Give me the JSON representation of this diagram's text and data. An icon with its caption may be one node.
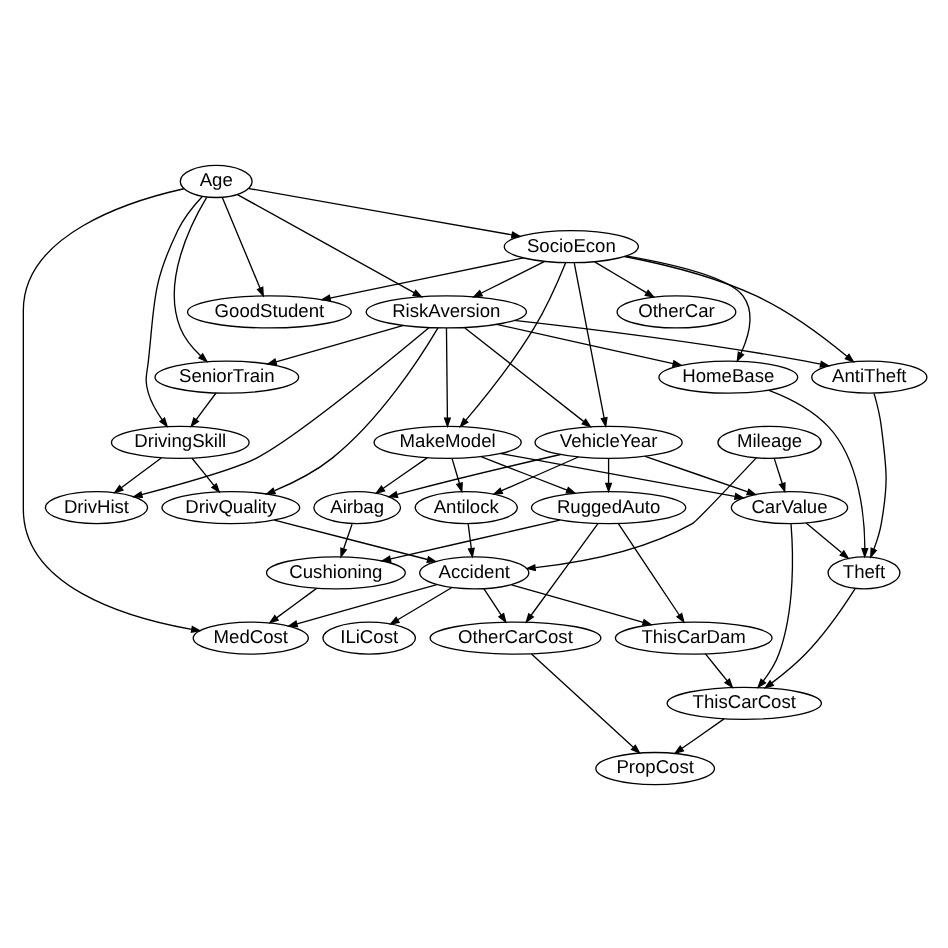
{
  "diagram": {
    "nodes": [
      {
        "text": [
          "Age"
        ]
      },
      {
        "text": [
          "SocioEcon"
        ]
      },
      {
        "text": [
          "GoodStudent"
        ]
      },
      {
        "text": [
          "RiskAversion"
        ]
      },
      {
        "text": [
          "OtherCar"
        ]
      },
      {
        "text": [
          "SeniorTrain"
        ]
      },
      {
        "text": [
          "HomeBase"
        ]
      },
      {
        "text": [
          "AntiTheft"
        ]
      },
      {
        "text": [
          "DrivingSkill"
        ]
      },
      {
        "text": [
          "MakeModel"
        ]
      },
      {
        "text": [
          "VehicleYear"
        ]
      },
      {
        "text": [
          "Mileage"
        ]
      },
      {
        "text": [
          "DrivHist"
        ]
      },
      {
        "text": [
          "DrivQuality"
        ]
      },
      {
        "text": [
          "Airbag"
        ]
      },
      {
        "text": [
          "Antilock"
        ]
      },
      {
        "text": [
          "RuggedAuto"
        ]
      },
      {
        "text": [
          "CarValue"
        ]
      },
      {
        "text": [
          "Cushioning"
        ]
      },
      {
        "text": [
          "Accident"
        ]
      },
      {
        "text": [
          "Theft"
        ]
      },
      {
        "text": [
          "MedCost"
        ]
      },
      {
        "text": [
          "ILiCost"
        ]
      },
      {
        "text": [
          "OtherCarCost"
        ]
      },
      {
        "text": [
          "ThisCarDam"
        ]
      },
      {
        "text": [
          "ThisCarCost"
        ]
      },
      {
        "text": [
          "PropCost"
        ]
      }
    ],
    "edges": [
      {
        "from": 0,
        "to": 1,
        "arrow": "to"
      },
      {
        "from": 0,
        "to": 2,
        "arrow": "to"
      },
      {
        "from": 0,
        "to": 3,
        "arrow": "to"
      },
      {
        "from": 0,
        "to": 5,
        "arrow": "to"
      },
      {
        "from": 0,
        "to": 8,
        "arrow": "to"
      },
      {
        "from": 0,
        "to": 21,
        "arrow": "to"
      },
      {
        "from": 1,
        "to": 2,
        "arrow": "to"
      },
      {
        "from": 1,
        "to": 3,
        "arrow": "to"
      },
      {
        "from": 1,
        "to": 9,
        "arrow": "to"
      },
      {
        "from": 1,
        "to": 4,
        "arrow": "to"
      },
      {
        "from": 1,
        "to": 10,
        "arrow": "to"
      },
      {
        "from": 1,
        "to": 6,
        "arrow": "to"
      },
      {
        "from": 1,
        "to": 7,
        "arrow": "to"
      },
      {
        "from": 3,
        "to": 5,
        "arrow": "to"
      },
      {
        "from": 3,
        "to": 12,
        "arrow": "to"
      },
      {
        "from": 3,
        "to": 13,
        "arrow": "to"
      },
      {
        "from": 3,
        "to": 9,
        "arrow": "to"
      },
      {
        "from": 3,
        "to": 10,
        "arrow": "to"
      },
      {
        "from": 3,
        "to": 6,
        "arrow": "to"
      },
      {
        "from": 3,
        "to": 7,
        "arrow": "to"
      },
      {
        "from": 5,
        "to": 8,
        "arrow": "to"
      },
      {
        "from": 8,
        "to": 12,
        "arrow": "to"
      },
      {
        "from": 8,
        "to": 13,
        "arrow": "to"
      },
      {
        "from": 9,
        "to": 14,
        "arrow": "to"
      },
      {
        "from": 9,
        "to": 15,
        "arrow": "to"
      },
      {
        "from": 9,
        "to": 16,
        "arrow": "to"
      },
      {
        "from": 9,
        "to": 17,
        "arrow": "to"
      },
      {
        "from": 10,
        "to": 14,
        "arrow": "to"
      },
      {
        "from": 10,
        "to": 15,
        "arrow": "to"
      },
      {
        "from": 10,
        "to": 16,
        "arrow": "to"
      },
      {
        "from": 10,
        "to": 17,
        "arrow": "to"
      },
      {
        "from": 11,
        "to": 19,
        "arrow": "to"
      },
      {
        "from": 11,
        "to": 17,
        "arrow": "to"
      },
      {
        "from": 6,
        "to": 20,
        "arrow": "to"
      },
      {
        "from": 7,
        "to": 20,
        "arrow": "to"
      },
      {
        "from": 13,
        "to": 19,
        "arrow": "to"
      },
      {
        "from": 14,
        "to": 18,
        "arrow": "to"
      },
      {
        "from": 15,
        "to": 19,
        "arrow": "to"
      },
      {
        "from": 16,
        "to": 18,
        "arrow": "to"
      },
      {
        "from": 16,
        "to": 23,
        "arrow": "to"
      },
      {
        "from": 16,
        "to": 24,
        "arrow": "to"
      },
      {
        "from": 17,
        "to": 20,
        "arrow": "to"
      },
      {
        "from": 17,
        "to": 25,
        "arrow": "to"
      },
      {
        "from": 18,
        "to": 21,
        "arrow": "to"
      },
      {
        "from": 19,
        "to": 21,
        "arrow": "to"
      },
      {
        "from": 19,
        "to": 22,
        "arrow": "to"
      },
      {
        "from": 19,
        "to": 23,
        "arrow": "to"
      },
      {
        "from": 19,
        "to": 24,
        "arrow": "to"
      },
      {
        "from": 20,
        "to": 25,
        "arrow": "to"
      },
      {
        "from": 24,
        "to": 25,
        "arrow": "to"
      },
      {
        "from": 23,
        "to": 26,
        "arrow": "to"
      },
      {
        "from": 25,
        "to": 26,
        "arrow": "to"
      }
    ]
  }
}
